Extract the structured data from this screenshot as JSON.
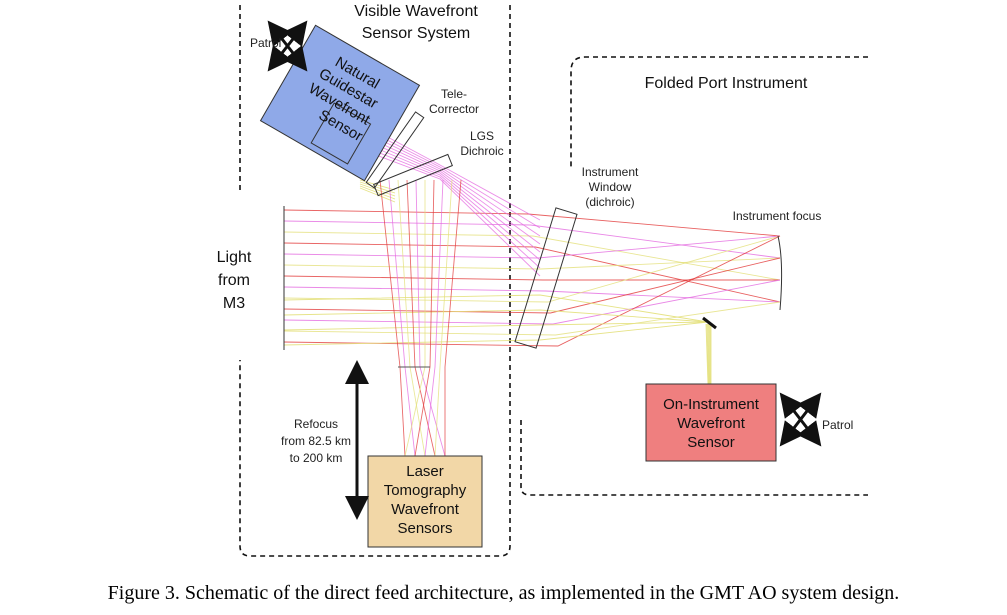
{
  "regions": {
    "visible_wfs_title_1": "Visible Wavefront",
    "visible_wfs_title_2": "Sensor System",
    "folded_port_title": "Folded Port Instrument"
  },
  "labels": {
    "patrol_top": "Patrol",
    "patrol_right": "Patrol",
    "tele_corrector_1": "Tele-",
    "tele_corrector_2": "Corrector",
    "lgs_dichroic_1": "LGS",
    "lgs_dichroic_2": "Dichroic",
    "instrument_window_1": "Instrument",
    "instrument_window_2": "Window",
    "instrument_window_3": "(dichroic)",
    "instrument_focus": "Instrument focus",
    "light_1": "Light",
    "light_2": "from",
    "light_3": "M3",
    "refocus_1": "Refocus",
    "refocus_2": "from 82.5 km",
    "refocus_3": "to 200 km"
  },
  "boxes": {
    "ngs": {
      "line1": "Natural",
      "line2": "Guidestar",
      "line3": "Wavefront",
      "line4": "Sensor",
      "color": "#8fa9e8"
    },
    "ltws": {
      "line1": "Laser",
      "line2": "Tomography",
      "line3": "Wavefront",
      "line4": "Sensors",
      "color": "#f2d7a7"
    },
    "oiwfs": {
      "line1": "On-Instrument",
      "line2": "Wavefront",
      "line3": "Sensor",
      "color": "#ef7f7f",
      "text_color": "#8b0000"
    }
  },
  "rays": {
    "magenta": "#e46ae0",
    "red": "#e23a3a",
    "yellow": "#e3e07a"
  },
  "caption": "Figure 3.  Schematic of the direct feed architecture, as implemented in the GMT AO system design."
}
